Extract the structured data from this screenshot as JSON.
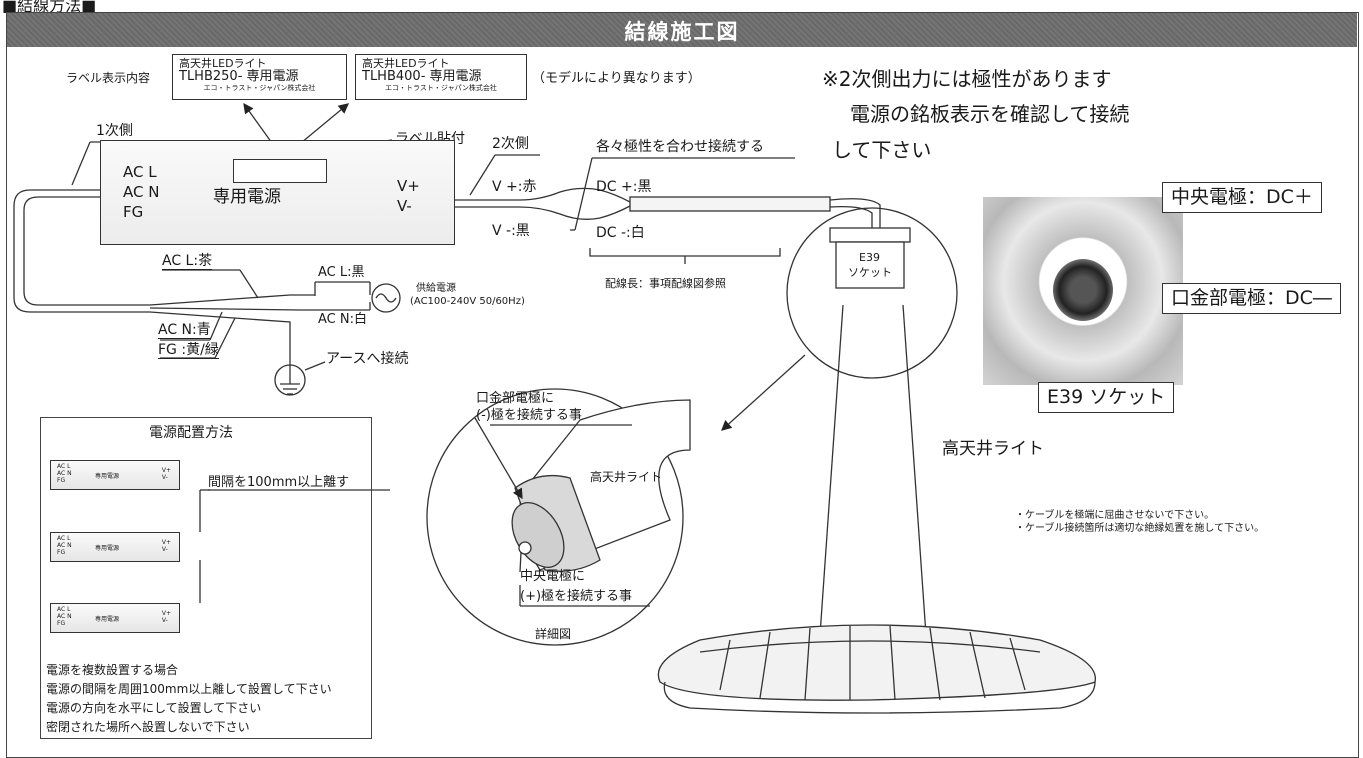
{
  "section_heading": "■結線方法■",
  "title": "結線施工図",
  "label_section": {
    "heading": "ラベル表示内容",
    "labels": [
      {
        "line1": "高天井LEDライト",
        "line2": "TLHB250- 専用電源",
        "maker": "エコ・トラスト・ジャパン株式会社"
      },
      {
        "line1": "高天井LEDライト",
        "line2": "TLHB400- 専用電源",
        "maker": "エコ・トラスト・ジャパン株式会社"
      }
    ],
    "note": "（モデルにより異なります）",
    "sticker": "ラベル貼付"
  },
  "warning": {
    "line1": "※2次側出力には極性があります",
    "line2": "電源の銘板表示を確認して接続",
    "line3": "して下さい"
  },
  "power_unit": {
    "ac_l": "AC L",
    "ac_n": "AC N",
    "fg": "FG",
    "name": "専用電源",
    "v_plus": "V+",
    "v_minus": "V-"
  },
  "wiring": {
    "primary": "1次側",
    "secondary": "2次側",
    "match_polarity": "各々極性を合わせ接続する",
    "v_plus_red": "V +:赤",
    "v_minus_black": "V -:黒",
    "dc_plus_black": "DC +:黒",
    "dc_minus_white": "DC -:白",
    "wire_length": "配線長：事項配線図参照",
    "socket_label_line1": "E39",
    "socket_label_line2": "ソケット"
  },
  "supply": {
    "ac_l_brown": "AC L:茶",
    "ac_l_black": "AC L:黒",
    "ac_n_white": "AC N:白",
    "ac_n_blue": "AC N:青",
    "fg_yellow_green": "FG :黄/緑",
    "source_title": "供給電源",
    "source_spec": "(AC100-240V 50/60Hz)",
    "earth": "アースへ接続"
  },
  "detail": {
    "base_line1": "口金部電極に",
    "base_line2": "(-)極を接続する事",
    "light": "高天井ライト",
    "center_line1": "中央電極に",
    "center_line2": "(+)極を接続する事",
    "caption": "詳細図"
  },
  "photo": {
    "center": "中央電極：DC＋",
    "base": "口金部電極：DC―",
    "socket": "E39 ソケット"
  },
  "high_ceiling_light": "高天井ライト",
  "cautions": [
    "・ケーブルを極端に屈曲させないで下さい。",
    "・ケーブル接続箇所は適切な絶縁処置を施して下さい。"
  ],
  "placement": {
    "title": "電源配置方法",
    "gap": "間隔を100mm以上離す",
    "mini_acl": "AC L",
    "mini_acn": "AC N",
    "mini_fg": "FG",
    "mini_name": "専用電源",
    "mini_vp": "V+",
    "mini_vm": "V-",
    "notes": [
      "電源を複数設置する場合",
      "電源の間隔を周囲100mm以上離して設置して下さい",
      "電源の方向を水平にして設置して下さい",
      "密閉された場所へ設置しないで下さい"
    ]
  },
  "colors": {
    "title_bar": "#6e6e6e",
    "arrow_red": "#e02020"
  }
}
